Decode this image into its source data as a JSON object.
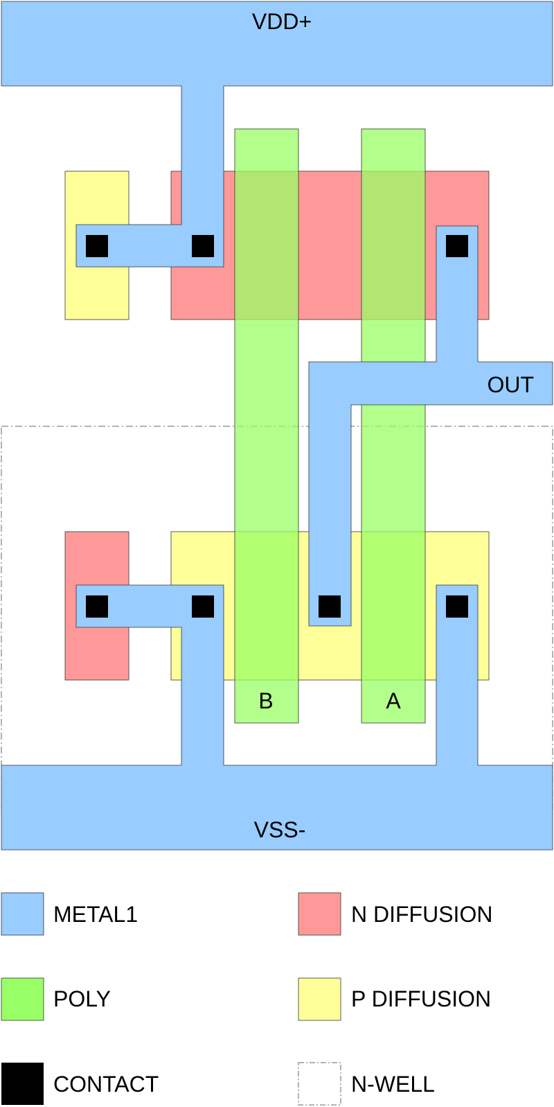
{
  "nets": {
    "vdd": "VDD+",
    "vss": "VSS-",
    "out": "OUT",
    "input_b": "B",
    "input_a": "A"
  },
  "legend": {
    "metal1": "METAL1",
    "poly": "POLY",
    "contact": "CONTACT",
    "n_diffusion": "N DIFFUSION",
    "p_diffusion": "P DIFFUSION",
    "n_well": "N-WELL"
  },
  "colors": {
    "metal1": "#99ccff",
    "poly": "#99ff66",
    "n_diffusion": "#ff9999",
    "p_diffusion": "#ffff99",
    "contact": "#000000",
    "n_well_border": "#555555"
  }
}
